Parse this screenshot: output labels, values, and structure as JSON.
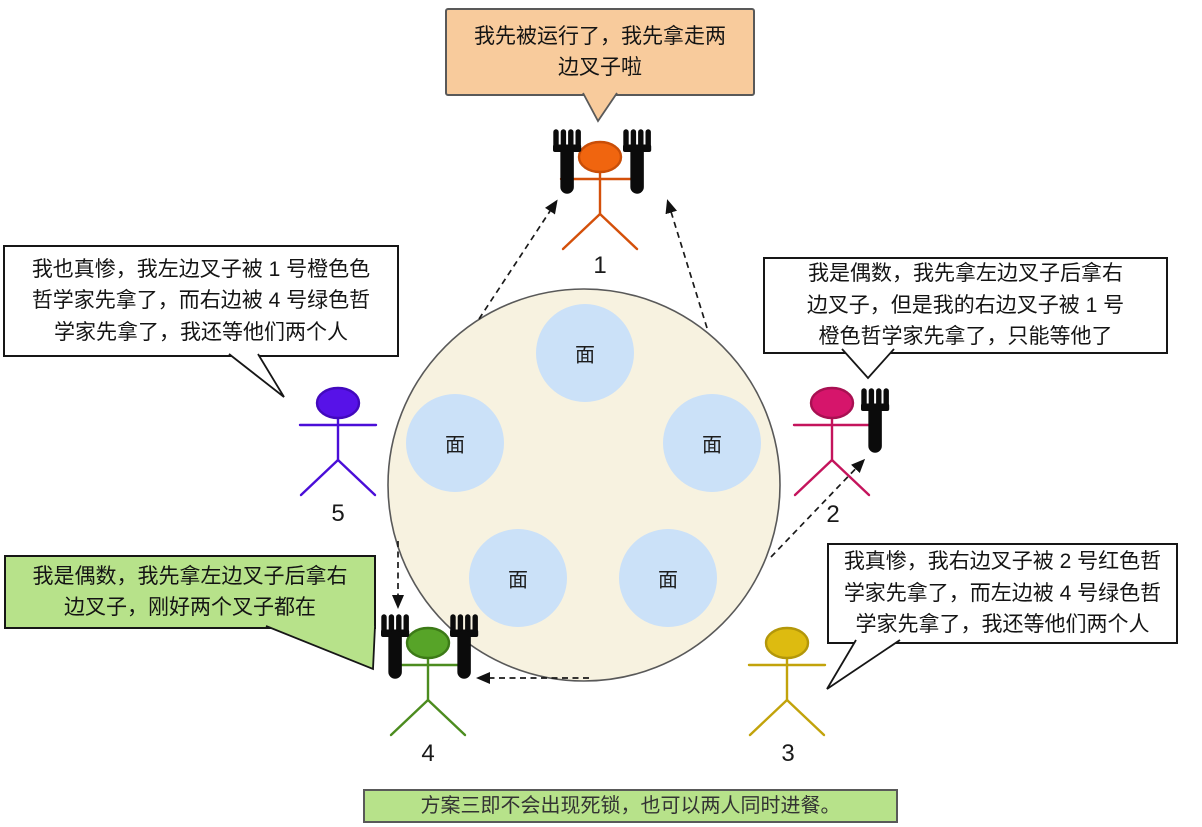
{
  "bubbles": {
    "phil1": {
      "text": "我先被运行了，我先拿走两\n边叉子啦",
      "bg": "#F8CB9C"
    },
    "phil5": {
      "text": "我也真惨，我左边叉子被 1 号橙色色\n哲学家先拿了，而右边被 4 号绿色哲\n学家先拿了，我还等他们两个人",
      "bg": "#FFFFFF"
    },
    "phil2": {
      "text": "我是偶数，我先拿左边叉子后拿右\n边叉子，但是我的右边叉子被 1 号\n橙色哲学家先拿了，只能等他了",
      "bg": "#FFFFFF"
    },
    "phil4": {
      "text": "我是偶数，我先拿左边叉子后拿右\n边叉子，刚好两个叉子都在",
      "bg": "#B7E28A"
    },
    "phil3": {
      "text": "我真惨，我右边叉子被 2 号红色哲\n学家先拿了，而左边被 4 号绿色哲\n学家先拿了，我还等他们两个人",
      "bg": "#FFFFFF"
    }
  },
  "caption": {
    "text": "方案三即不会出现死锁，也可以两人同时进餐。",
    "bg": "#B7E28A"
  },
  "table": {
    "plate_label": "面",
    "plate_count": 5,
    "fill": "#F7F2E0",
    "plate_fill": "#CBE1F8"
  },
  "philosophers": [
    {
      "label": "1",
      "color": "#F0650F",
      "holding_forks": 2
    },
    {
      "label": "2",
      "color": "#D6156B",
      "holding_forks": 1
    },
    {
      "label": "3",
      "color": "#DDBB10",
      "holding_forks": 0
    },
    {
      "label": "4",
      "color": "#57A428",
      "holding_forks": 2
    },
    {
      "label": "5",
      "color": "#5712E8",
      "holding_forks": 0
    }
  ]
}
